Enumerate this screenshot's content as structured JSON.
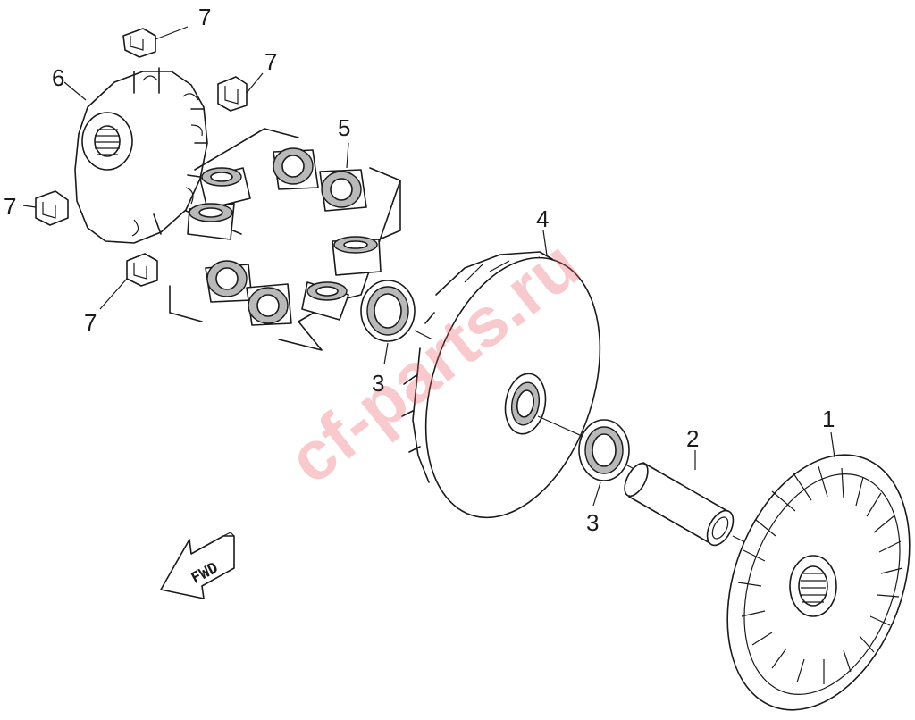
{
  "labels": {
    "l1": "1",
    "l2": "2",
    "l3a": "3",
    "l3b": "3",
    "l4": "4",
    "l5": "5",
    "l6": "6",
    "l7a": "7",
    "l7b": "7",
    "l7c": "7",
    "l7d": "7"
  },
  "fwd_text": "FWD",
  "watermark": "cf-parts.ru"
}
